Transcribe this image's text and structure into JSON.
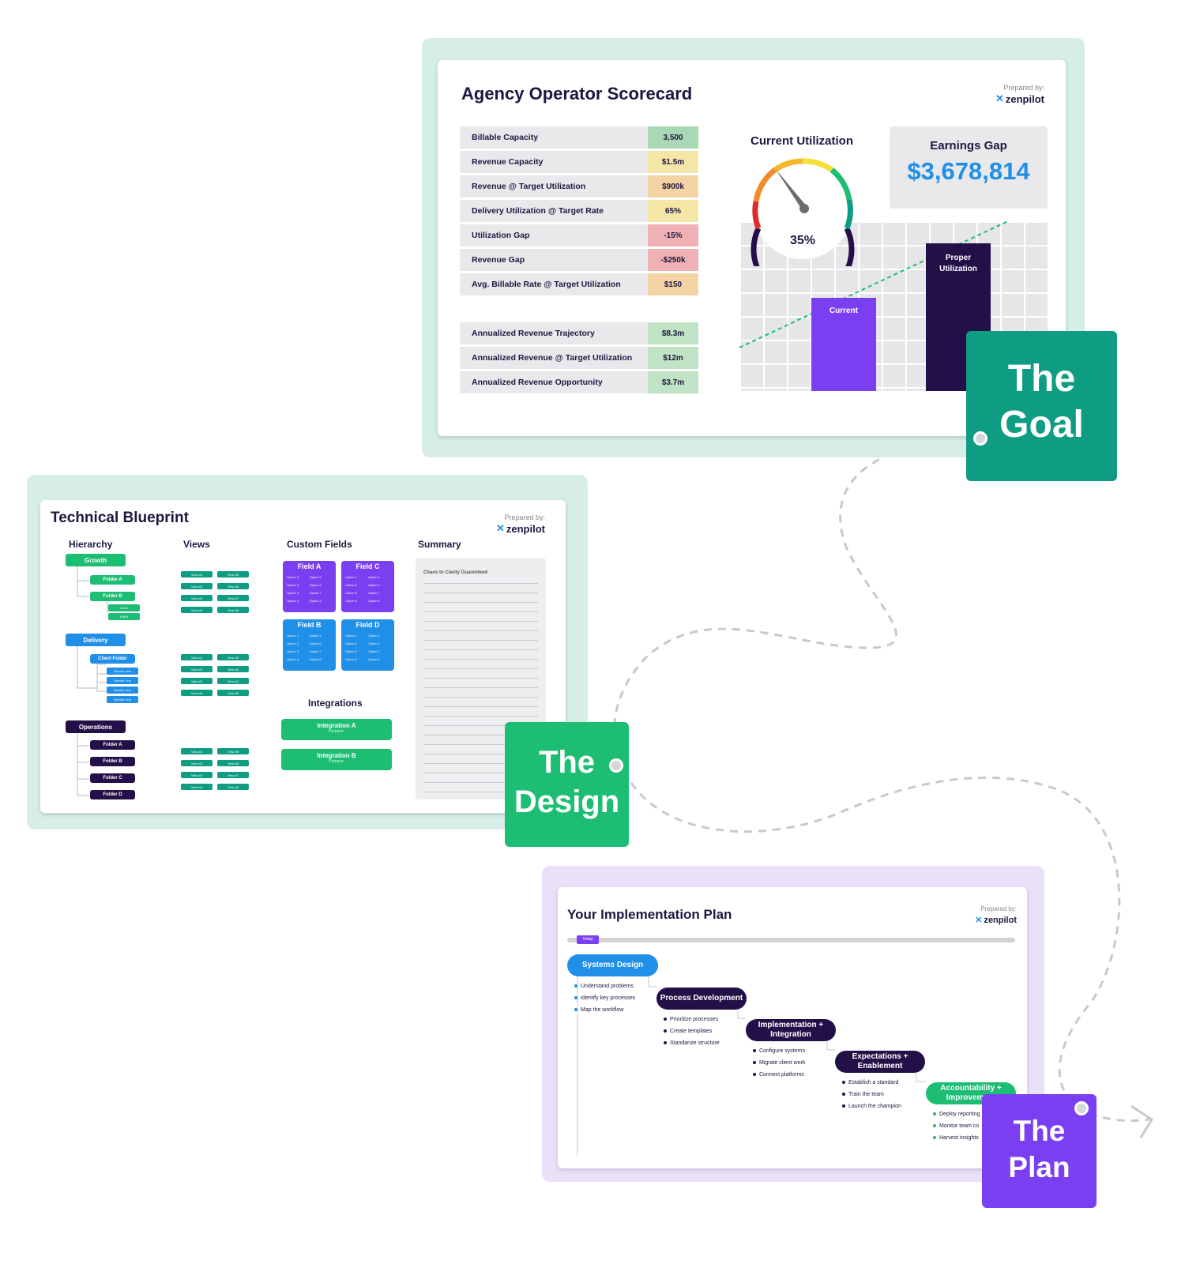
{
  "colors": {
    "navy": "#1e1640",
    "teal": "#0e9c82",
    "green": "#1dbd74",
    "blue": "#1f8fe8",
    "purple": "#7b3ff2",
    "dark_purple": "#241048"
  },
  "scorecard": {
    "title": "Agency Operator Scorecard",
    "prepared_label": "Prepared by:",
    "brand": "zenpilot",
    "rows": [
      {
        "label": "Billable Capacity",
        "value": "3,500",
        "color": "#a9d8b5"
      },
      {
        "label": "Revenue Capacity",
        "value": "$1.5m",
        "color": "#f3e6a6"
      },
      {
        "label": "Revenue @ Target Utilization",
        "value": "$900k",
        "color": "#f4d3a4"
      },
      {
        "label": "Delivery Utilization @ Target Rate",
        "value": "65%",
        "color": "#f3e6a6"
      },
      {
        "label": "Utilization Gap",
        "value": "-15%",
        "color": "#efb1b3"
      },
      {
        "label": "Revenue Gap",
        "value": "-$250k",
        "color": "#efb1b3"
      },
      {
        "label": "Avg. Billable Rate @ Target Utilization",
        "value": "$150",
        "color": "#f4d3a4"
      }
    ],
    "annual_rows": [
      {
        "label": "Annualized Revenue Trajectory",
        "value": "$8.3m",
        "color": "#bfe3c4"
      },
      {
        "label": "Annualized Revenue @ Target Utilization",
        "value": "$12m",
        "color": "#bfe3c4"
      },
      {
        "label": "Annualized Revenue Opportunity",
        "value": "$3.7m",
        "color": "#bfe3c4"
      }
    ],
    "utilization_title": "Current Utilization",
    "utilization_value": "35%",
    "utilization_fraction": 0.35,
    "earnings_title": "Earnings Gap",
    "earnings_value": "$3,678,814",
    "bar_current": "Current",
    "bar_proper": "Proper Utilization"
  },
  "badges": {
    "goal": {
      "line1": "The",
      "line2": "Goal"
    },
    "design": {
      "line1": "The",
      "line2": "Design"
    },
    "plan": {
      "line1": "The",
      "line2": "Plan"
    }
  },
  "blueprint": {
    "title": "Technical Blueprint",
    "prepared_label": "Prepared by:",
    "brand": "zenpilot",
    "col_hierarchy": "Hierarchy",
    "col_views": "Views",
    "col_fields": "Custom Fields",
    "col_summary": "Summary",
    "integrations_title": "Integrations",
    "summary_text": "Chaos to Clarity Guarenteed",
    "growth": {
      "label": "Growth",
      "folder_a": "Folder A",
      "folder_b": "Folder B",
      "list_a": "List A",
      "list_b": "List B"
    },
    "delivery": {
      "label": "Delivery",
      "client_folder": "Client Folder",
      "service_line": "Service Line"
    },
    "operations": {
      "label": "Operations",
      "folders": [
        "Folder A",
        "Folder B",
        "Folder C",
        "Folder D"
      ]
    },
    "fields": [
      {
        "label": "Field A",
        "options": [
          "Option 1",
          "Option 5",
          "Option 2",
          "Option 6",
          "Option 3",
          "Option 7",
          "Option 4",
          "Option 8"
        ]
      },
      {
        "label": "Field C",
        "options": [
          "Option 1",
          "Option 5",
          "Option 2",
          "Option 6",
          "Option 3",
          "Option 7",
          "Option 4",
          "Option 8"
        ]
      },
      {
        "label": "Field B",
        "options": [
          "Option 1",
          "Option 5",
          "Option 2",
          "Option 6",
          "Option 3",
          "Option 7",
          "Option 4",
          "Option 8"
        ]
      },
      {
        "label": "Field D",
        "options": [
          "Option 1",
          "Option 5",
          "Option 2",
          "Option 6",
          "Option 3",
          "Option 7",
          "Option 4",
          "Option 8"
        ]
      }
    ],
    "views": [
      "View #1",
      "View #5",
      "View #2",
      "View #6",
      "View #3",
      "View #7",
      "View #4",
      "View #8"
    ],
    "integration_a": "Integration A",
    "integration_b": "Integration B",
    "purpose": "Purpose:"
  },
  "plan": {
    "title": "Your Implementation Plan",
    "prepared_label": "Prepared by:",
    "brand": "zenpilot",
    "today": "Today",
    "steps": [
      {
        "label": "Systems Design",
        "items": [
          "Understand problems",
          "Identify key processes",
          "Map the workflow"
        ]
      },
      {
        "label": "Process Development",
        "items": [
          "Prioritize processes",
          "Create templates",
          "Standarize structure"
        ]
      },
      {
        "label": "Implementation + Integration",
        "items": [
          "Configure systems",
          "Migrate client work",
          "Connect platforms"
        ]
      },
      {
        "label": "Expectations + Enablement",
        "items": [
          "Establish a standard",
          "Train the team",
          "Launch the champion"
        ]
      },
      {
        "label": "Accountability + Improvement",
        "items": [
          "Deploy reporting",
          "Monitor team co",
          "Harvest insights"
        ]
      }
    ]
  }
}
